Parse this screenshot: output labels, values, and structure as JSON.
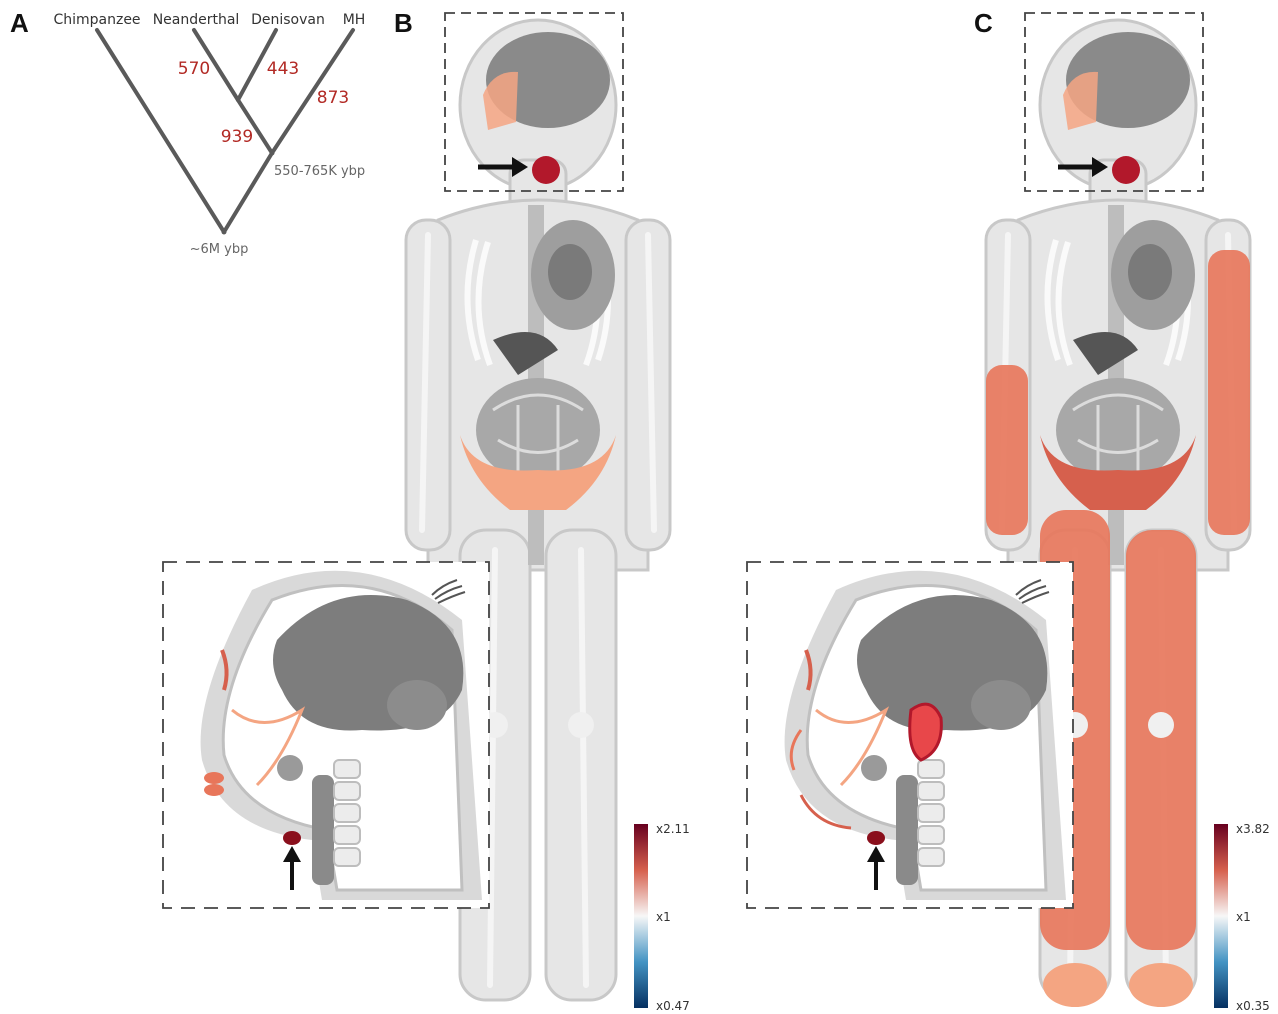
{
  "panels": {
    "a": {
      "letter": "A",
      "taxa": [
        "Chimpanzee",
        "Neanderthal",
        "Denisovan",
        "MH"
      ],
      "branch_counts": {
        "neanderthal": "570",
        "denisovan": "443",
        "archaic_ancestor": "939",
        "modern_human": "873"
      },
      "node_labels": {
        "human_archaic_split": "550-765K ybp",
        "root": "~6M ybp"
      }
    },
    "b": {
      "letter": "B",
      "scale": {
        "max": "x2.11",
        "mid": "x1",
        "min": "x0.47"
      }
    },
    "c": {
      "letter": "C",
      "scale": {
        "max": "x3.82",
        "mid": "x1",
        "min": "x0.35"
      }
    }
  },
  "colors": {
    "count_text": "#b22a25",
    "gray_text": "#666666",
    "scale_high": "#67001f",
    "scale_mid": "#f7f7f7",
    "scale_low": "#053061",
    "highlight_dark_red": "#b2182b",
    "highlight_salmon": "#e8765a",
    "highlight_light": "#f4a582"
  }
}
